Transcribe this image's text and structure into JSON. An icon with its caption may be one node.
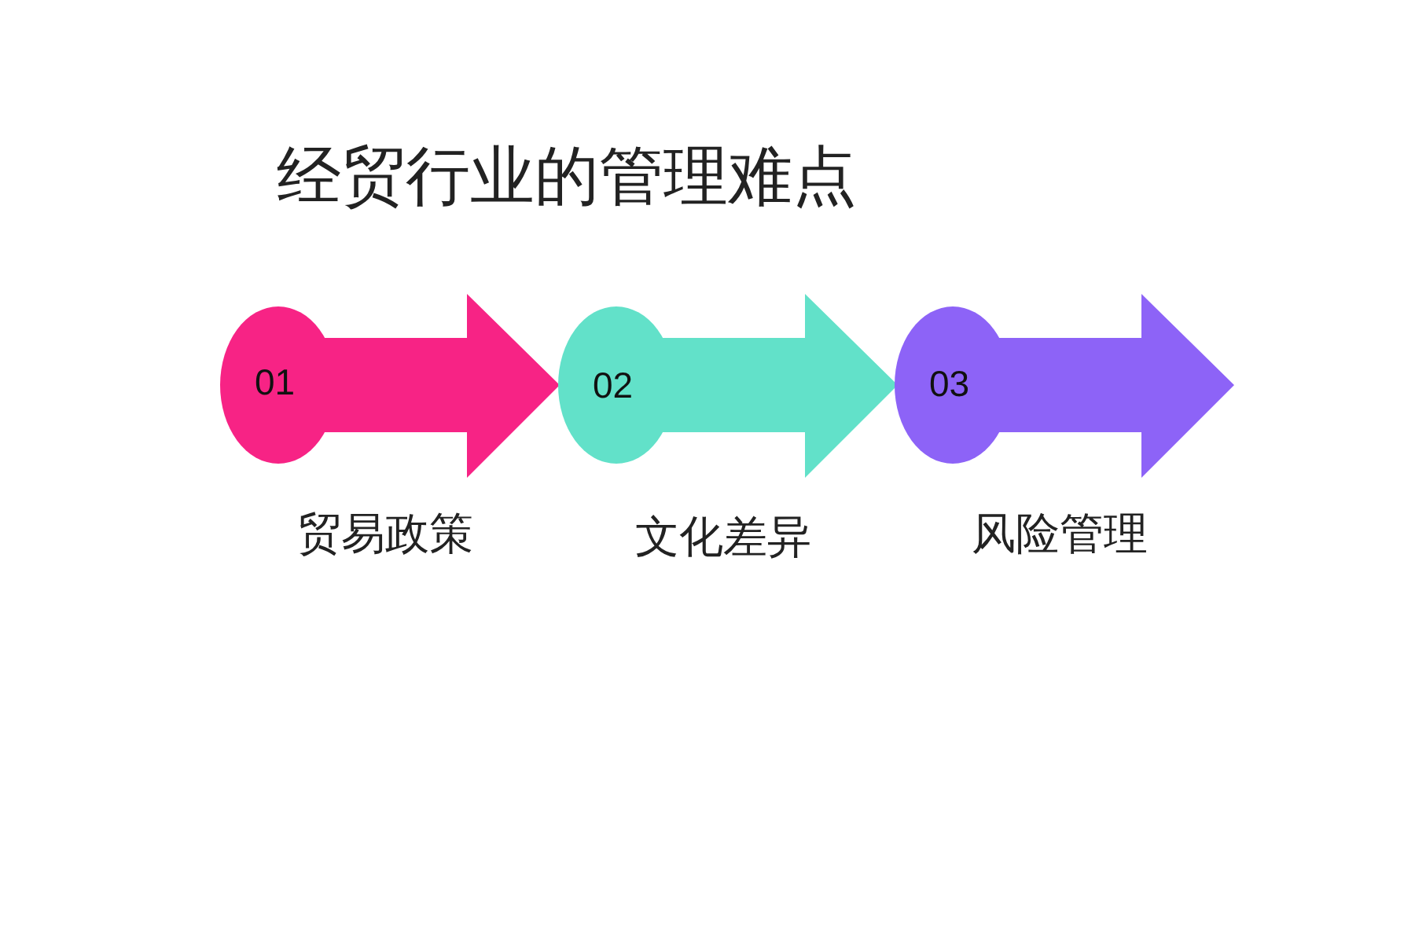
{
  "diagram": {
    "title": "经贸行业的管理难点",
    "nodes": [
      {
        "text": [
          "01"
        ],
        "beside": [
          "贸易政策"
        ]
      },
      {
        "text": [
          "02"
        ],
        "beside": [
          "文化差异"
        ]
      },
      {
        "text": [
          "03"
        ],
        "beside": [
          "风险管理"
        ]
      }
    ]
  }
}
